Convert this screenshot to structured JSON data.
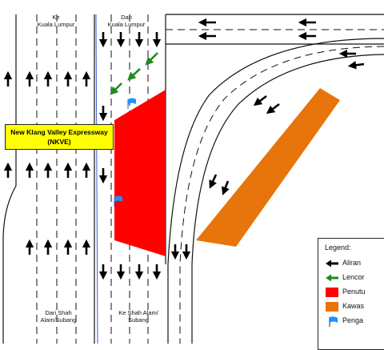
{
  "labels": {
    "ke_kl": "Ke\nKuala Lumpur",
    "dari_kl": "Dari\nKuala Lumpur",
    "dari_shah_alam": "Dari Shah\nAlam/Subang",
    "ke_shah_alam": "Ke Shah Alam/\nSubang"
  },
  "highway_name": "New Klang Valley Expressway\n(NKVE)",
  "legend": {
    "title": "Legend:",
    "items": [
      {
        "kind": "black-arrow",
        "label": "Aliran"
      },
      {
        "kind": "green-arrow",
        "label": "Lencor"
      },
      {
        "kind": "red-box",
        "label": "Penutu"
      },
      {
        "kind": "orange-box",
        "label": "Kawas"
      },
      {
        "kind": "blue-flag",
        "label": "Penga"
      }
    ]
  },
  "colors": {
    "closure_red": "#ff0000",
    "area_orange": "#e8740c",
    "diversion_green": "#1e8c1e",
    "traffic_black": "#000000",
    "flag_blue": "#1e90ff",
    "label_yellow": "#ffff00"
  }
}
